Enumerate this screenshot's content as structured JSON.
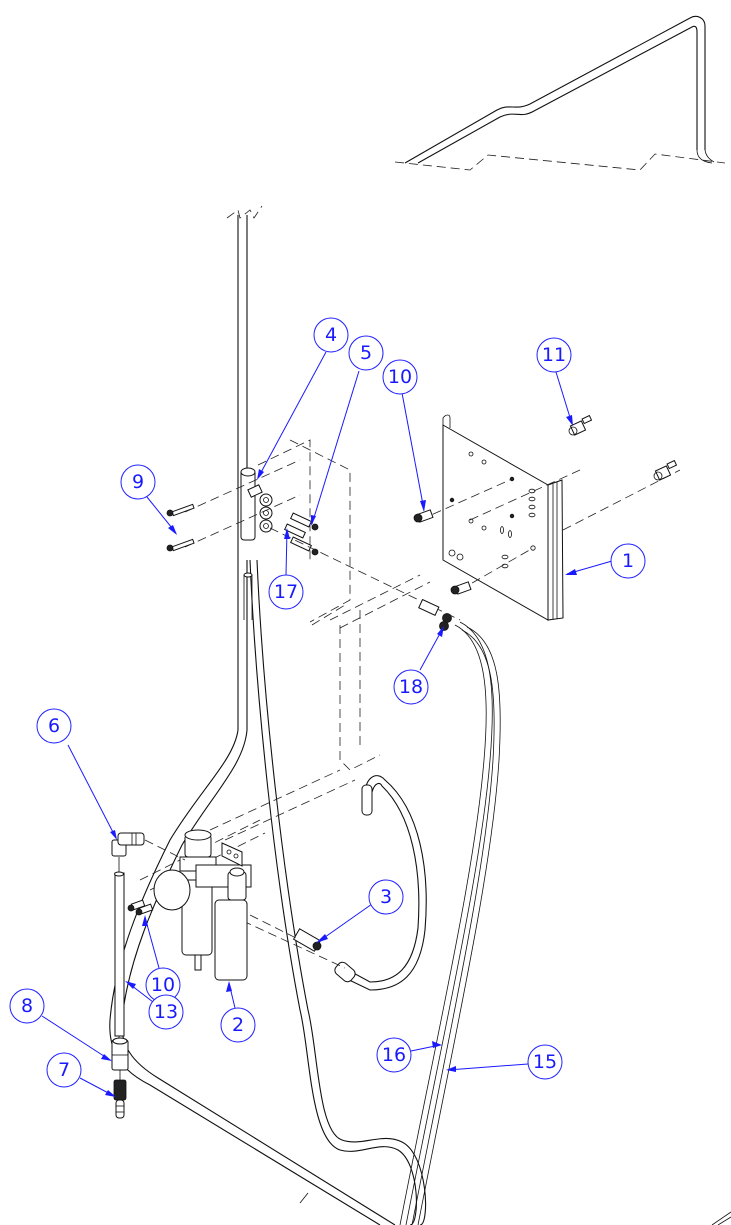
{
  "drawing": {
    "title": "Exploded assembly view — pneumatic filter/regulator mount with tubing",
    "view_type": "isometric exploded",
    "colors": {
      "balloon": "#1a1aff",
      "geometry": "#111111",
      "background": "#ffffff"
    }
  },
  "balloons": [
    {
      "item": "1",
      "points_to": "mounting bracket plate"
    },
    {
      "item": "2",
      "points_to": "filter / regulator unit"
    },
    {
      "item": "3",
      "points_to": "straight fitting"
    },
    {
      "item": "4",
      "points_to": "tube clamp block"
    },
    {
      "item": "5",
      "points_to": "clamp screw"
    },
    {
      "item": "6",
      "points_to": "elbow fitting"
    },
    {
      "item": "7",
      "points_to": "hose barb fitting"
    },
    {
      "item": "8",
      "points_to": "hex coupling"
    },
    {
      "item": "9",
      "points_to": "long socket-head screw"
    },
    {
      "item": "10",
      "points_to": "socket-head cap screw (bracket)"
    },
    {
      "item": "10",
      "points_to": "socket-head cap screw (regulator)"
    },
    {
      "item": "11",
      "points_to": "hex standoff"
    },
    {
      "item": "13",
      "points_to": "vertical tube"
    },
    {
      "item": "15",
      "points_to": "tubing line (outer)"
    },
    {
      "item": "16",
      "points_to": "tubing line (inner)"
    },
    {
      "item": "17",
      "points_to": "spacer"
    },
    {
      "item": "18",
      "points_to": "Y push-in connector"
    }
  ]
}
